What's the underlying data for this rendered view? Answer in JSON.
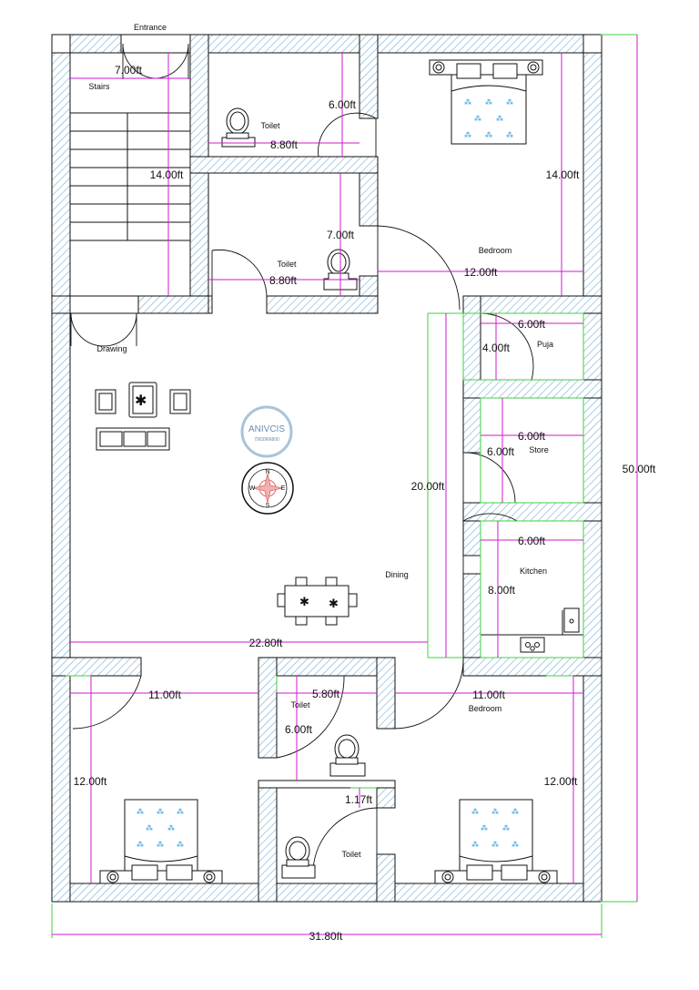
{
  "rooms": {
    "entrance": "Entrance",
    "stairs": "Stairs",
    "toilet_1": "Toilet",
    "toilet_2": "Toilet",
    "bedroom_1": "Bedroom",
    "drawing": "Drawing",
    "puja": "Puja",
    "store": "Store",
    "kitchen": "Kitchen",
    "dining": "Dining",
    "toilet_3": "Toilet",
    "toilet_4": "Toilet",
    "bedroom_2": "Bedroom"
  },
  "dimensions": {
    "stairs_width": "7.00ft",
    "stairs_length": "14.00ft",
    "toilet1_height": "6.00ft",
    "toilet1_width": "8.80ft",
    "toilet2_height": "7.00ft",
    "toilet2_width": "8.80ft",
    "bedroom1_height": "14.00ft",
    "bedroom1_width": "12.00ft",
    "puja_width": "6.00ft",
    "puja_height": "4.00ft",
    "store_width": "6.00ft",
    "store_height": "6.00ft",
    "kitchen_width": "6.00ft",
    "kitchen_height": "8.00ft",
    "drawing_width": "22.80ft",
    "drawing_height": "20.00ft",
    "bed_bl_width": "11.00ft",
    "bed_bl_height": "12.00ft",
    "toilet3_width": "5.80ft",
    "toilet3_height": "6.00ft",
    "passage_gap": "1.17ft",
    "bed_br_width": "11.00ft",
    "bed_br_height": "12.00ft",
    "total_depth": "50.00ft",
    "total_width": "31.80ft"
  },
  "logo": {
    "name": "ANIVCIS",
    "phone": "7903966800"
  },
  "compass": {
    "n": "N",
    "s": "S",
    "e": "E",
    "w": "W"
  },
  "colors": {
    "wall_hatch": "#7fb3d9",
    "dimension_line": "#d21ad2",
    "outer_dimension": "#3ed23e",
    "logo_ring": "#a9c3da",
    "compass_accent": "#e06666"
  }
}
